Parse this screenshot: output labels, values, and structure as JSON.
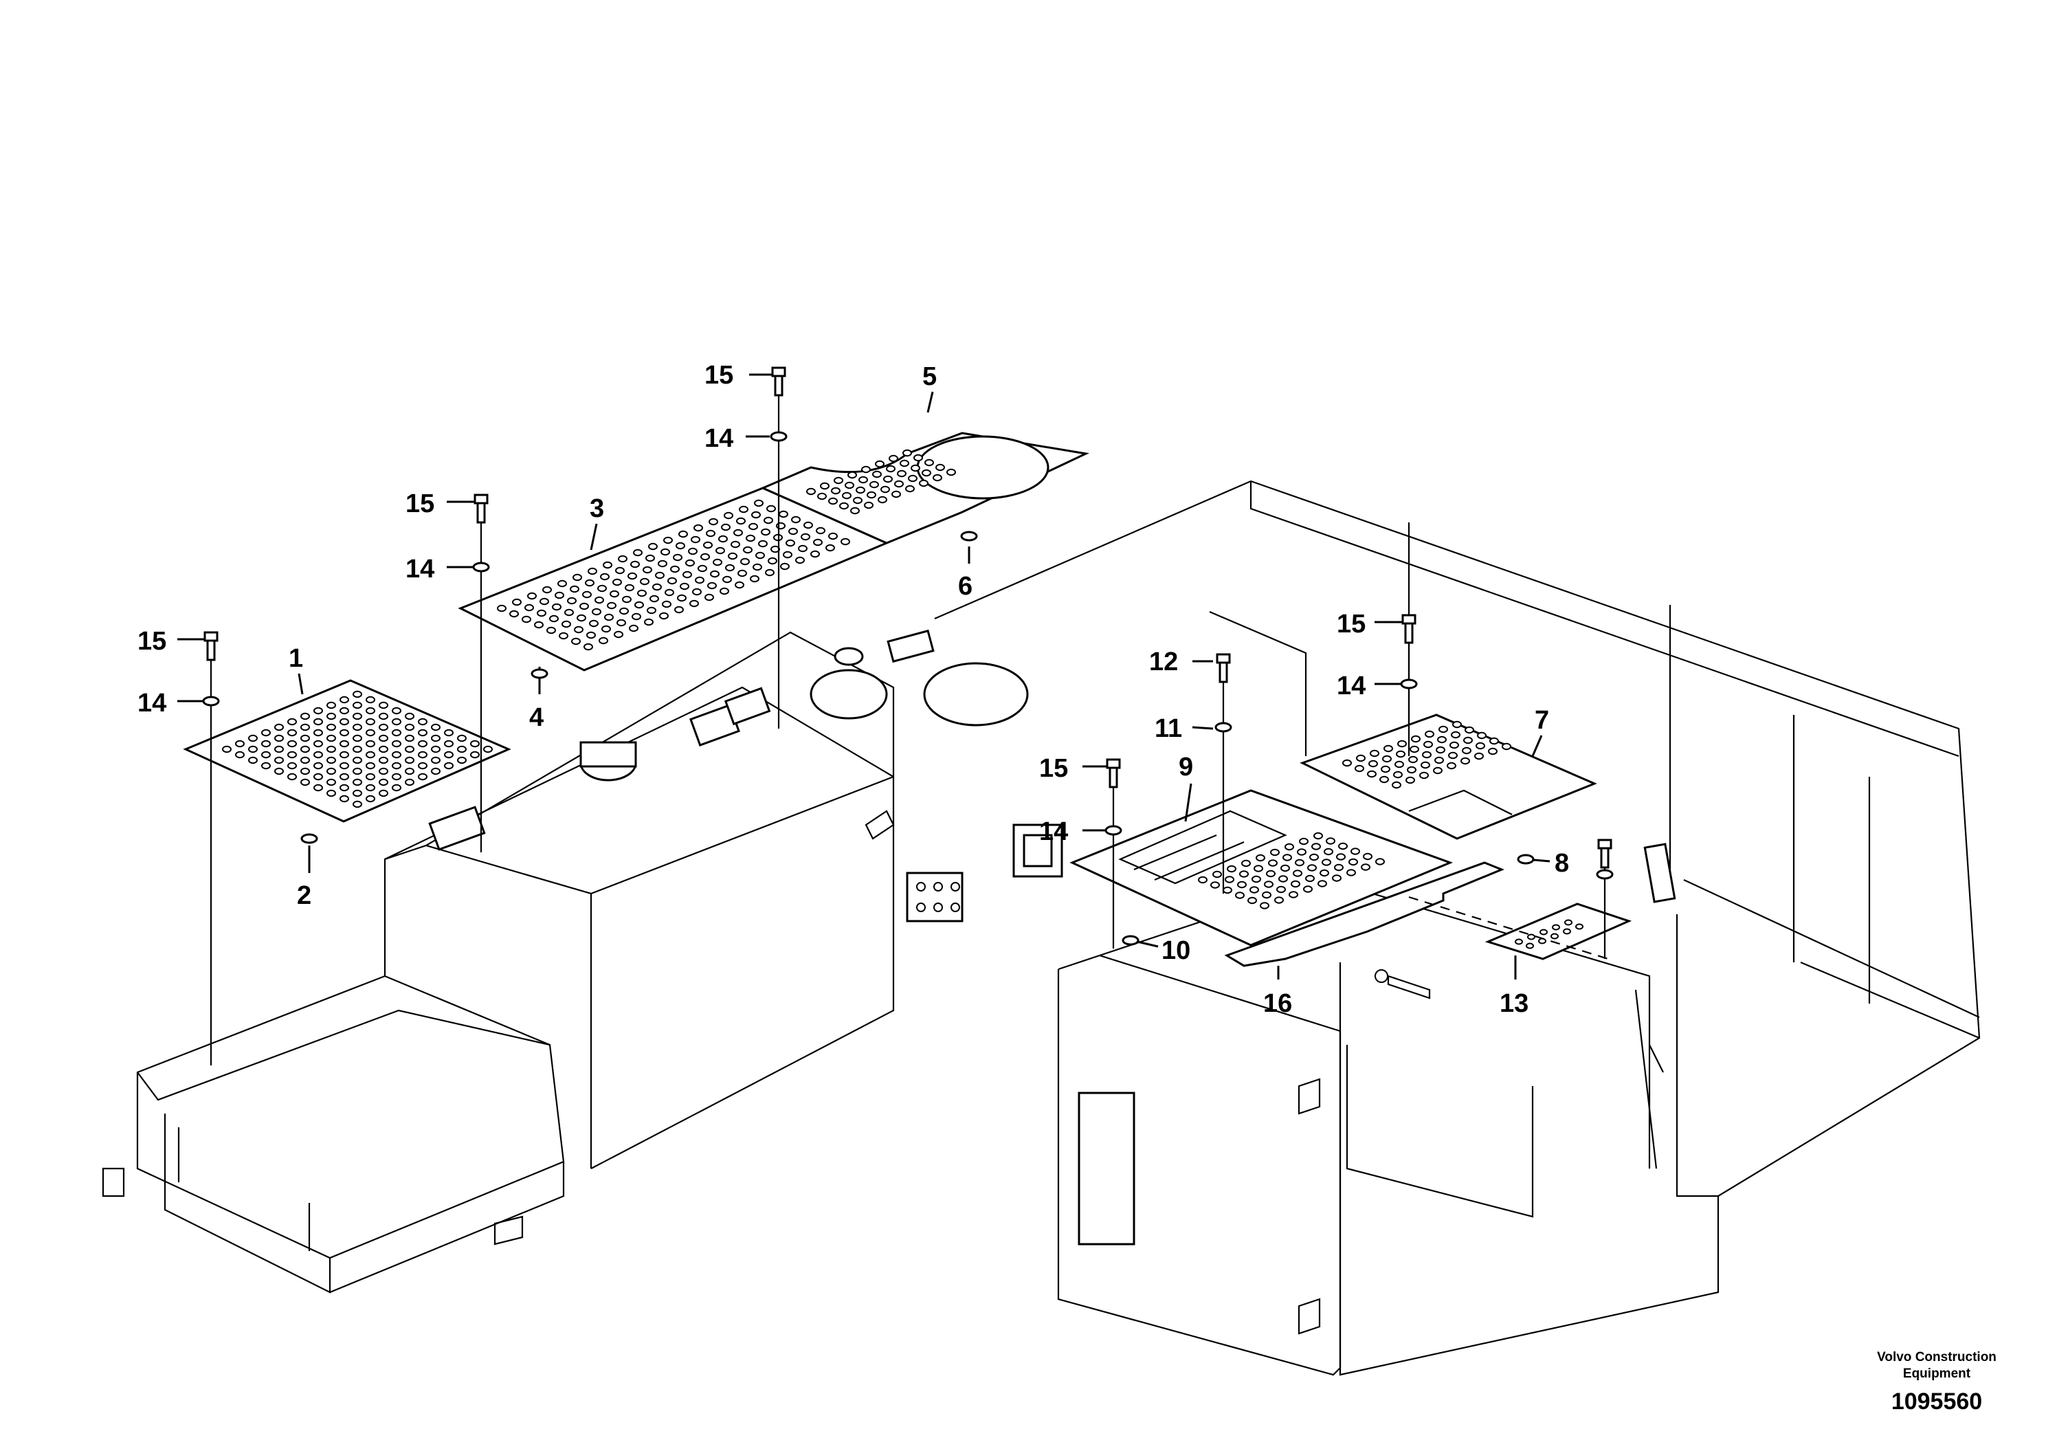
{
  "callouts": [
    {
      "id": "1",
      "text": "1"
    },
    {
      "id": "2",
      "text": "2"
    },
    {
      "id": "3",
      "text": "3"
    },
    {
      "id": "4",
      "text": "4"
    },
    {
      "id": "5",
      "text": "5"
    },
    {
      "id": "6",
      "text": "6"
    },
    {
      "id": "7",
      "text": "7"
    },
    {
      "id": "8",
      "text": "8"
    },
    {
      "id": "9",
      "text": "9"
    },
    {
      "id": "10",
      "text": "10"
    },
    {
      "id": "11",
      "text": "11"
    },
    {
      "id": "12",
      "text": "12"
    },
    {
      "id": "13",
      "text": "13"
    },
    {
      "id": "14a",
      "text": "14"
    },
    {
      "id": "14b",
      "text": "14"
    },
    {
      "id": "14c",
      "text": "14"
    },
    {
      "id": "14d",
      "text": "14"
    },
    {
      "id": "14e",
      "text": "14"
    },
    {
      "id": "15a",
      "text": "15"
    },
    {
      "id": "15b",
      "text": "15"
    },
    {
      "id": "15c",
      "text": "15"
    },
    {
      "id": "15d",
      "text": "15"
    },
    {
      "id": "15e",
      "text": "15"
    },
    {
      "id": "16",
      "text": "16"
    }
  ],
  "credit": {
    "line1": "Volvo Construction",
    "line2": "Equipment",
    "drawing_number": "1095560"
  }
}
